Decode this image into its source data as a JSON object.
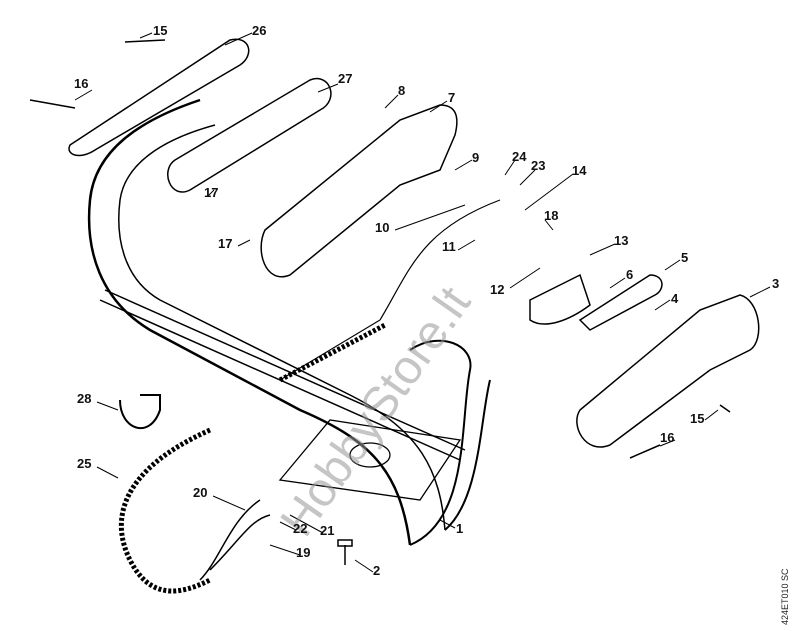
{
  "diagram": {
    "part_labels": [
      "15",
      "26",
      "16",
      "27",
      "8",
      "7",
      "17",
      "17",
      "9",
      "24",
      "23",
      "14",
      "10",
      "11",
      "18",
      "13",
      "12",
      "6",
      "5",
      "4",
      "3",
      "28",
      "15",
      "16",
      "25",
      "20",
      "22",
      "21",
      "1",
      "19",
      "2"
    ],
    "reference_code": "424ET010 SC",
    "watermark": "HobbyStore.lt",
    "line_color": "#000000",
    "watermark_color": "#969696"
  }
}
